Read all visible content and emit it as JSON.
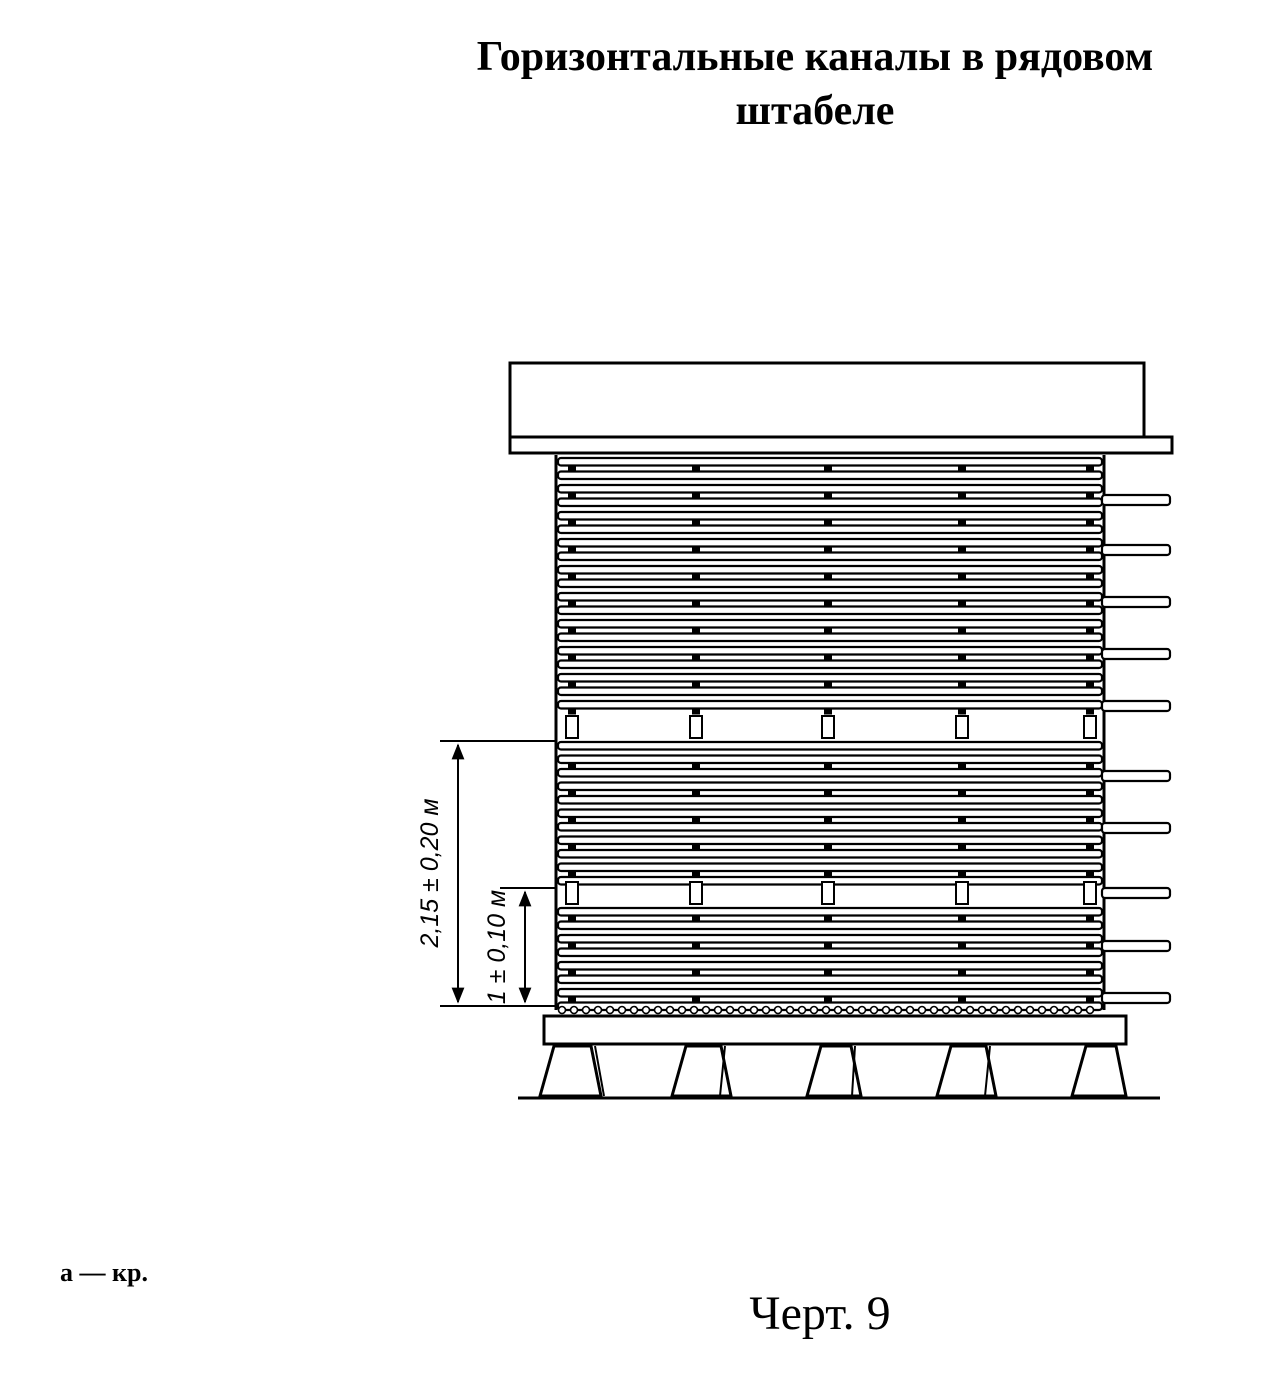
{
  "title": {
    "line1": "Горизонтальные каналы в рядовом",
    "line2": "штабеле"
  },
  "dimensions": {
    "total_height": "2,15 ± 0,20 м",
    "lower_height": "1 ± 0,10 м"
  },
  "caption": "Черт. 9",
  "corner_note": "а — кр."
}
